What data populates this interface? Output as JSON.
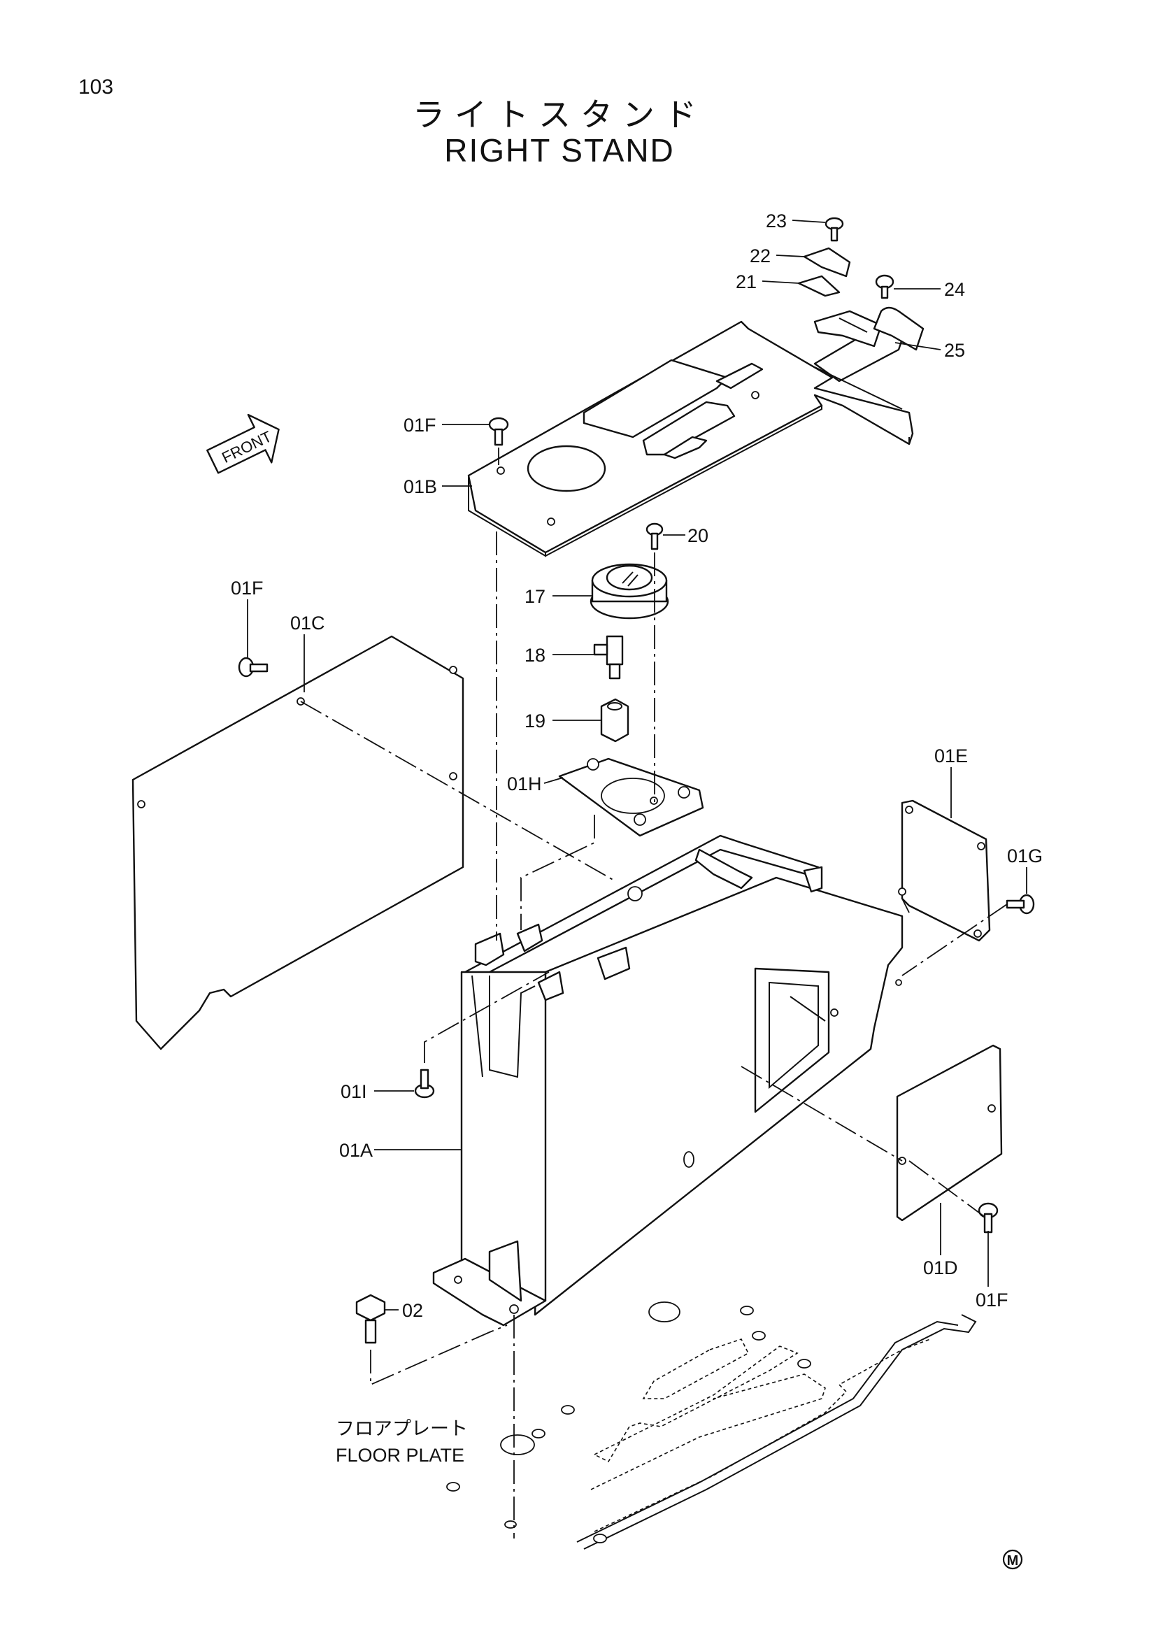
{
  "page_number": "103",
  "title_jp": "ライトスタンド",
  "title_en": "RIGHT STAND",
  "front_marker": "FRONT",
  "floor_plate_jp": "フロアプレート",
  "floor_plate_en": "FLOOR PLATE",
  "corner_mark": "M",
  "callouts": [
    "23",
    "22",
    "21",
    "24",
    "25",
    "01F",
    "01B",
    "20",
    "17",
    "01F",
    "01C",
    "18",
    "19",
    "01H",
    "01E",
    "01G",
    "01I",
    "01A",
    "01D",
    "02",
    "01F"
  ]
}
